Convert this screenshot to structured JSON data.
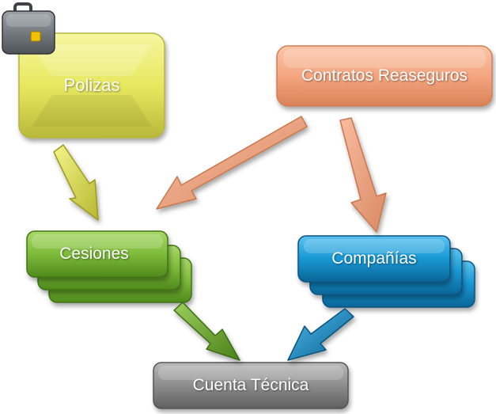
{
  "diagram": {
    "nodes": {
      "polizas": {
        "label": "Polizas",
        "color": "#e9e967",
        "icon": "briefcase-icon"
      },
      "contratos": {
        "label": "Contratos Reaseguros",
        "color": "#f4a57f"
      },
      "cesiones": {
        "label": "Cesiones",
        "color": "#7dbb3a"
      },
      "companias": {
        "label": "Compañías",
        "color": "#1797d3"
      },
      "cuenta": {
        "label": "Cuenta Técnica",
        "color": "#8c8c8c"
      }
    },
    "edges": [
      {
        "from": "polizas",
        "to": "cesiones"
      },
      {
        "from": "contratos",
        "to": "cesiones"
      },
      {
        "from": "contratos",
        "to": "companias"
      },
      {
        "from": "cesiones",
        "to": "cuenta"
      },
      {
        "from": "companias",
        "to": "cuenta"
      }
    ]
  }
}
